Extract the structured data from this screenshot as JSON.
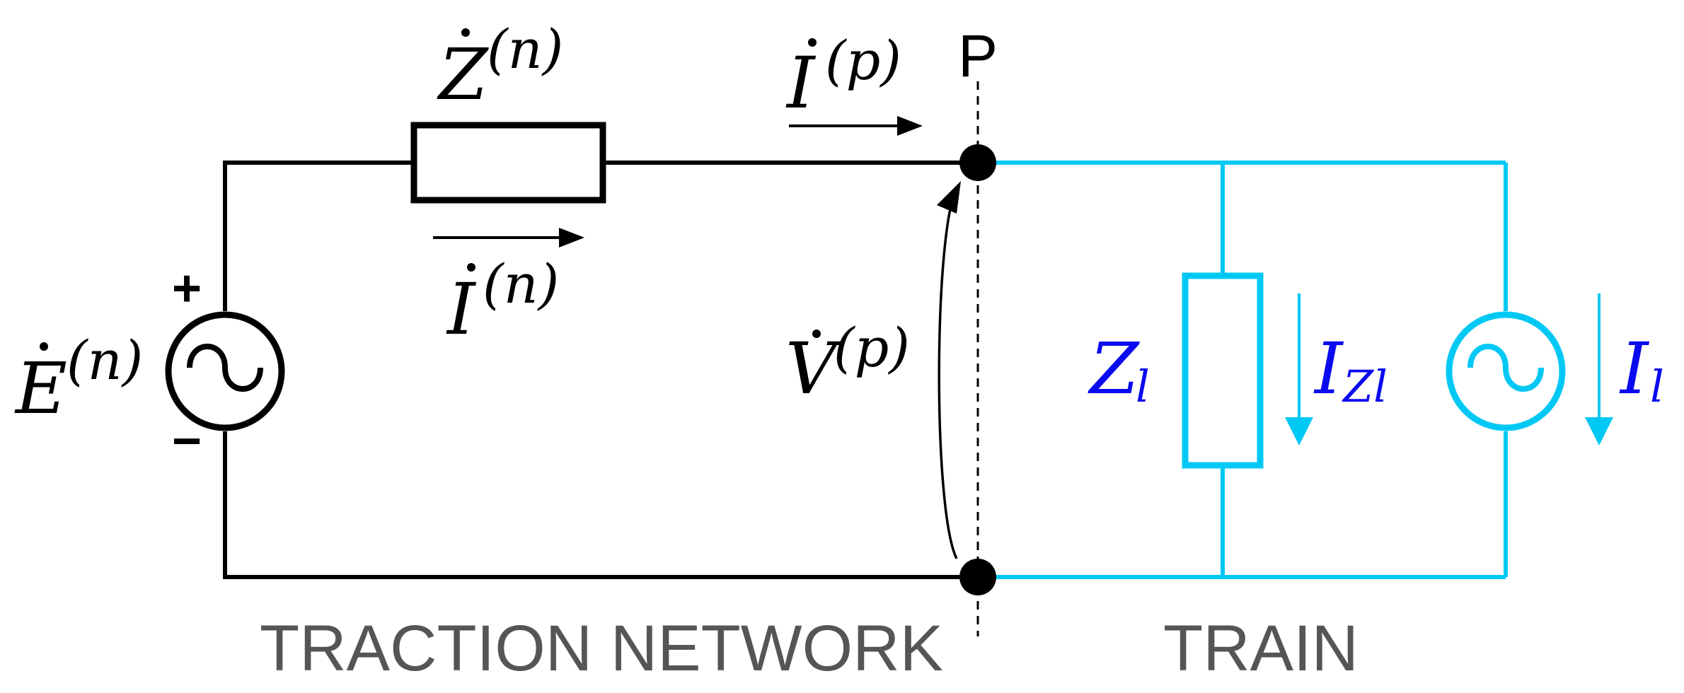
{
  "colors": {
    "network": "#000000",
    "train": "#00c8f5",
    "train_labels": "#0a0af0",
    "caption": "#555555"
  },
  "labels": {
    "point": "P",
    "source_voltage": {
      "base": "E",
      "sup": "(n)"
    },
    "network_impedance": {
      "base": "Z",
      "sup": "(n)"
    },
    "network_current": {
      "base": "I",
      "sup": "(n)"
    },
    "pantograph_current": {
      "base": "I",
      "sup": "(p)"
    },
    "pantograph_voltage": {
      "base": "V",
      "sup": "(p)"
    },
    "plus": "+",
    "minus": "−",
    "load_impedance": {
      "base": "Z",
      "sub": "l"
    },
    "load_impedance_current": {
      "base": "I",
      "sub": "Zl"
    },
    "load_current": {
      "base": "I",
      "sub": "l"
    }
  },
  "captions": {
    "left": "TRACTION NETWORK",
    "right": "TRAIN"
  },
  "icons": [
    "ac-voltage-source-icon",
    "ac-current-source-icon",
    "impedance-box-icon",
    "node-dot-icon",
    "current-arrow-icon"
  ]
}
